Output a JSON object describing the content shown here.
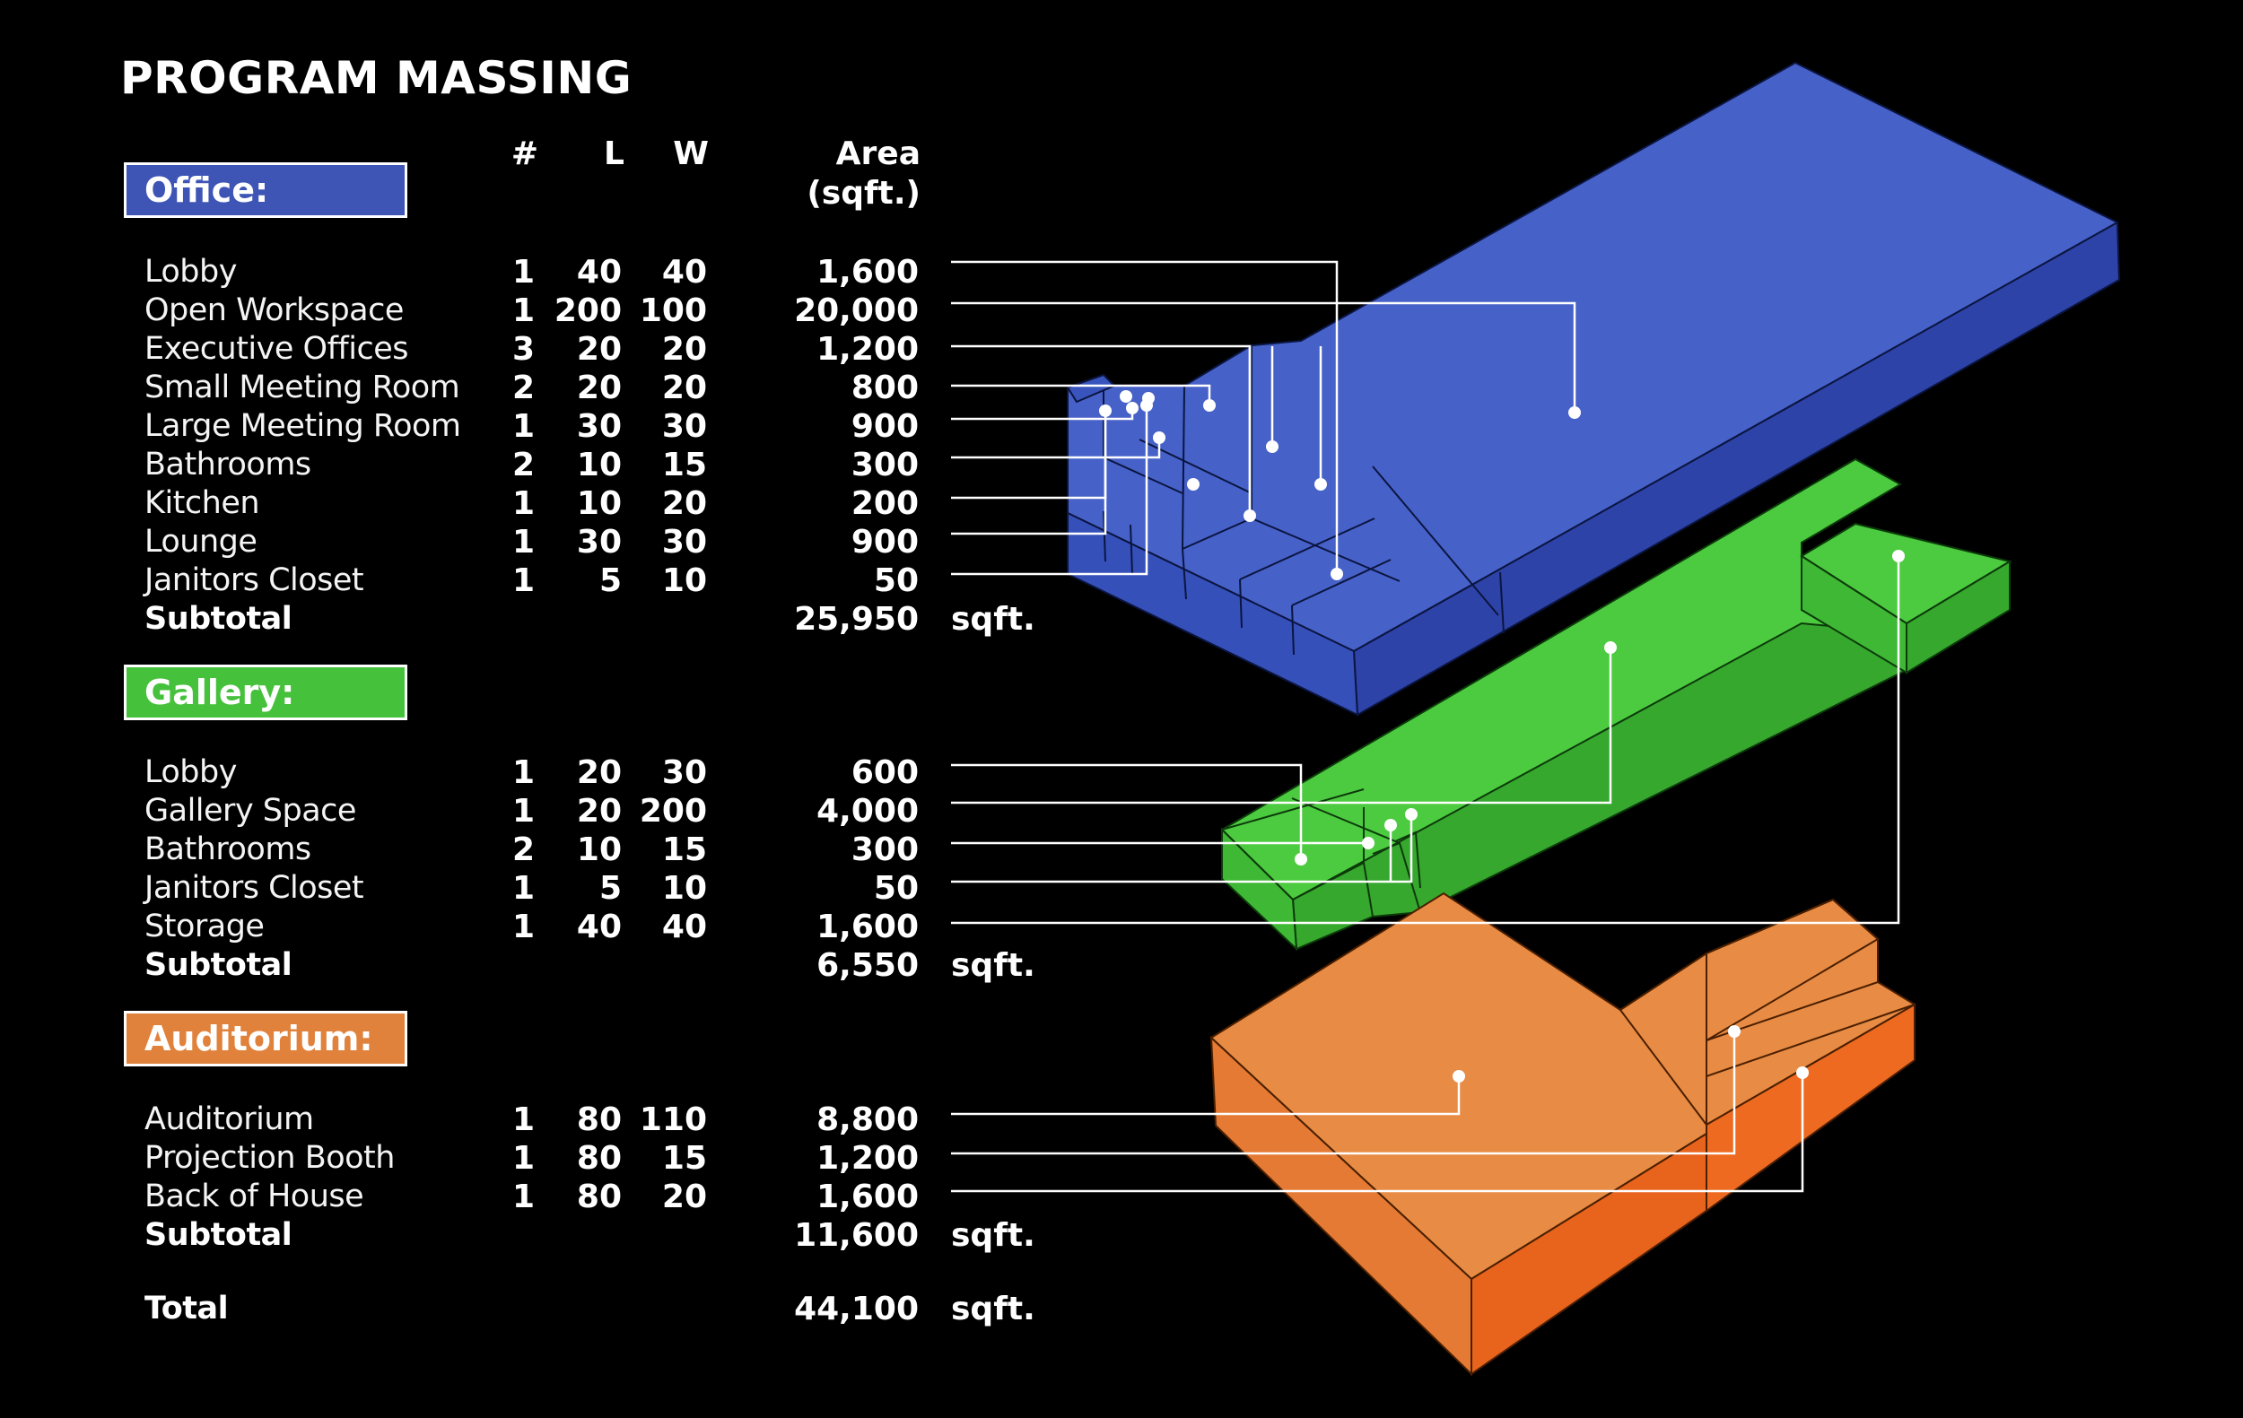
{
  "title": "PROGRAM MASSING",
  "headers": {
    "count": "#",
    "length": "L",
    "width": "W",
    "area_line1": "Area",
    "area_line2": "(sqft.)"
  },
  "colors": {
    "office": "#3E55B6",
    "gallery": "#46C13C",
    "auditorium": "#E0823C"
  },
  "sections": [
    {
      "label": "Office:",
      "rows": [
        {
          "name": "Lobby",
          "count": "1",
          "length": "40",
          "width": "40",
          "area": "1,600"
        },
        {
          "name": "Open Workspace",
          "count": "1",
          "length": "200",
          "width": "100",
          "area": "20,000"
        },
        {
          "name": "Executive Offices",
          "count": "3",
          "length": "20",
          "width": "20",
          "area": "1,200"
        },
        {
          "name": "Small Meeting Room",
          "count": "2",
          "length": "20",
          "width": "20",
          "area": "800"
        },
        {
          "name": "Large Meeting Room",
          "count": "1",
          "length": "30",
          "width": "30",
          "area": "900"
        },
        {
          "name": "Bathrooms",
          "count": "2",
          "length": "10",
          "width": "15",
          "area": "300"
        },
        {
          "name": "Kitchen",
          "count": "1",
          "length": "10",
          "width": "20",
          "area": "200"
        },
        {
          "name": "Lounge",
          "count": "1",
          "length": "30",
          "width": "30",
          "area": "900"
        },
        {
          "name": "Janitors Closet",
          "count": "1",
          "length": "5",
          "width": "10",
          "area": "50"
        }
      ],
      "subtotal": {
        "label": "Subtotal",
        "area": "25,950",
        "unit": "sqft."
      }
    },
    {
      "label": "Gallery:",
      "rows": [
        {
          "name": "Lobby",
          "count": "1",
          "length": "20",
          "width": "30",
          "area": "600"
        },
        {
          "name": "Gallery Space",
          "count": "1",
          "length": "20",
          "width": "200",
          "area": "4,000"
        },
        {
          "name": "Bathrooms",
          "count": "2",
          "length": "10",
          "width": "15",
          "area": "300"
        },
        {
          "name": "Janitors Closet",
          "count": "1",
          "length": "5",
          "width": "10",
          "area": "50"
        },
        {
          "name": "Storage",
          "count": "1",
          "length": "40",
          "width": "40",
          "area": "1,600"
        }
      ],
      "subtotal": {
        "label": "Subtotal",
        "area": "6,550",
        "unit": "sqft."
      }
    },
    {
      "label": "Auditorium:",
      "rows": [
        {
          "name": "Auditorium",
          "count": "1",
          "length": "80",
          "width": "110",
          "area": "8,800"
        },
        {
          "name": "Projection Booth",
          "count": "1",
          "length": "80",
          "width": "15",
          "area": "1,200"
        },
        {
          "name": "Back of House",
          "count": "1",
          "length": "80",
          "width": "20",
          "area": "1,600"
        }
      ],
      "subtotal": {
        "label": "Subtotal",
        "area": "11,600",
        "unit": "sqft."
      }
    }
  ],
  "total": {
    "label": "Total",
    "area": "44,100",
    "unit": "sqft."
  }
}
